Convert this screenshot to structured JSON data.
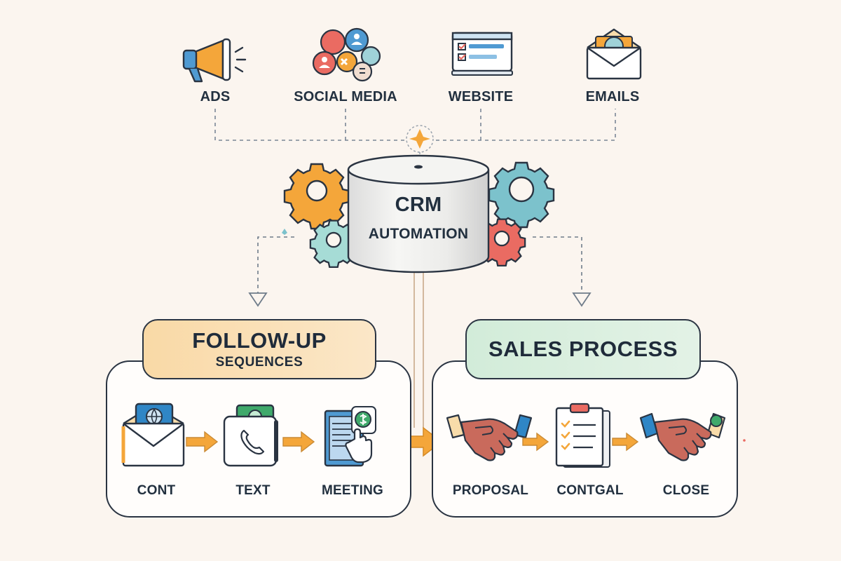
{
  "sources": [
    {
      "label": "ADS",
      "icon": "megaphone-icon"
    },
    {
      "label": "SOCIAL MEDIA",
      "icon": "social-bubbles-icon"
    },
    {
      "label": "WEBSITE",
      "icon": "website-monitor-icon"
    },
    {
      "label": "EMAILS",
      "icon": "envelope-icon"
    }
  ],
  "hub": {
    "title": "CRM",
    "subtitle": "AUTOMATION"
  },
  "follow_up": {
    "title": "FOLLOW-UP",
    "subtitle": "SEQUENCES",
    "steps": [
      {
        "label": "CONT",
        "icon": "email-envelope-icon"
      },
      {
        "label": "TEXT",
        "icon": "phone-card-icon"
      },
      {
        "label": "MEETING",
        "icon": "meeting-document-icon"
      }
    ]
  },
  "sales": {
    "title": "SALES PROCESS",
    "steps": [
      {
        "label": "PROPOSAL",
        "icon": "handshake-icon"
      },
      {
        "label": "CONTGAL",
        "icon": "checklist-icon"
      },
      {
        "label": "CLOSE",
        "icon": "handshake-deal-icon"
      }
    ]
  },
  "colors": {
    "orange": "#f4a63a",
    "teal": "#7cc2cc",
    "coral": "#ea6b62",
    "blue": "#2f86c6",
    "green": "#3fa96b",
    "peach_pill": "#f8dcaa",
    "mint_pill": "#d7eedd",
    "outline": "#2a3442"
  }
}
